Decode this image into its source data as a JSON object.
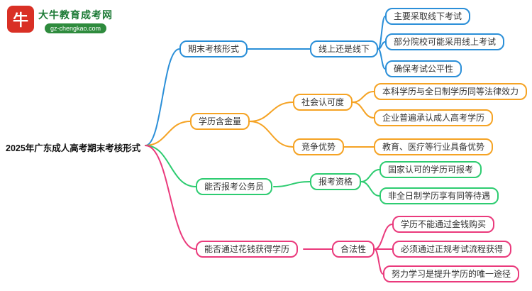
{
  "logo": {
    "title": "大牛教育成考网",
    "subtitle": "gz-chengkao.com",
    "icon_glyph": "牛"
  },
  "root": {
    "label": "2025年广东成人高考期末考核形式"
  },
  "colors": {
    "blue": "#2b8fd8",
    "orange": "#f5a324",
    "green": "#2ecc71",
    "pink": "#ea3a7c",
    "logo_red": "#d93025",
    "logo_green": "#1c7a35"
  },
  "branches": [
    {
      "label": "期末考核形式",
      "color": "#2b8fd8",
      "children": [
        {
          "label": "线上还是线下",
          "leaves": [
            "主要采取线下考试",
            "部分院校可能采用线上考试",
            "确保考试公平性"
          ]
        }
      ]
    },
    {
      "label": "学历含金量",
      "color": "#f5a324",
      "children": [
        {
          "label": "社会认可度",
          "leaves": [
            "本科学历与全日制学历同等法律效力",
            "企业普遍承认成人高考学历"
          ]
        },
        {
          "label": "竞争优势",
          "leaves": [
            "教育、医疗等行业具备优势"
          ]
        }
      ]
    },
    {
      "label": "能否报考公务员",
      "color": "#2ecc71",
      "children": [
        {
          "label": "报考资格",
          "leaves": [
            "国家认可的学历可报考",
            "非全日制学历享有同等待遇"
          ]
        }
      ]
    },
    {
      "label": "能否通过花钱获得学历",
      "color": "#ea3a7c",
      "children": [
        {
          "label": "合法性",
          "leaves": [
            "学历不能通过金钱购买",
            "必须通过正规考试流程获得",
            "努力学习是提升学历的唯一途径"
          ]
        }
      ]
    }
  ]
}
